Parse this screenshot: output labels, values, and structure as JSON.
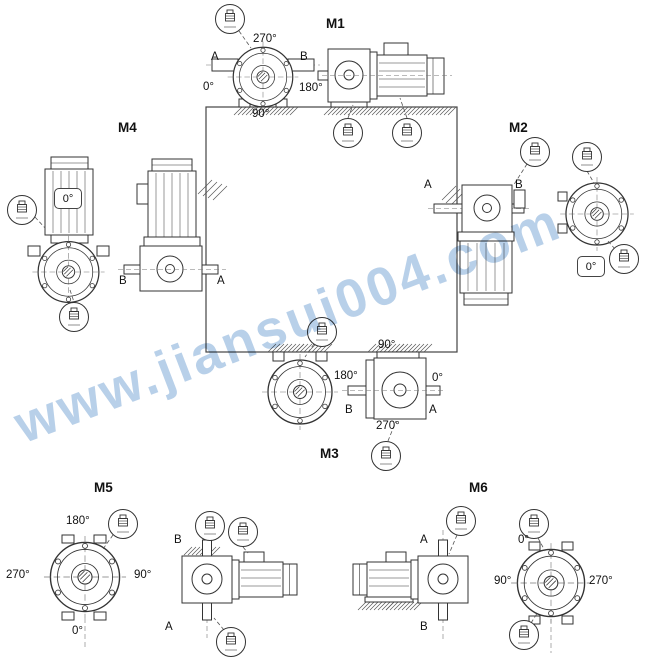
{
  "watermark": "www.jiansui004.com",
  "sections": {
    "m1": {
      "label": "M1",
      "angle_top": "270°",
      "angle_left": "0°",
      "angle_right": "180°",
      "angle_bottom": "90°",
      "port_left": "A",
      "port_right": "B"
    },
    "m2": {
      "label": "M2",
      "port_left": "A",
      "port_right": "B",
      "angle": "0°"
    },
    "m3": {
      "label": "M3",
      "angle_top": "90°",
      "angle_left": "180°",
      "angle_right": "0°",
      "angle_bottom": "270°",
      "port_left": "B",
      "port_right": "A"
    },
    "m4": {
      "label": "M4",
      "angle": "0°",
      "port_left": "B",
      "port_right": "A"
    },
    "m5": {
      "label": "M5",
      "angle_top": "180°",
      "angle_left": "270°",
      "angle_right": "90°",
      "angle_bottom": "0°",
      "port_top": "B",
      "port_bottom": "A"
    },
    "m6": {
      "label": "M6",
      "angle_top": "0°",
      "angle_left": "90°",
      "angle_right": "270°",
      "port_top": "A",
      "port_bottom": "B"
    }
  }
}
